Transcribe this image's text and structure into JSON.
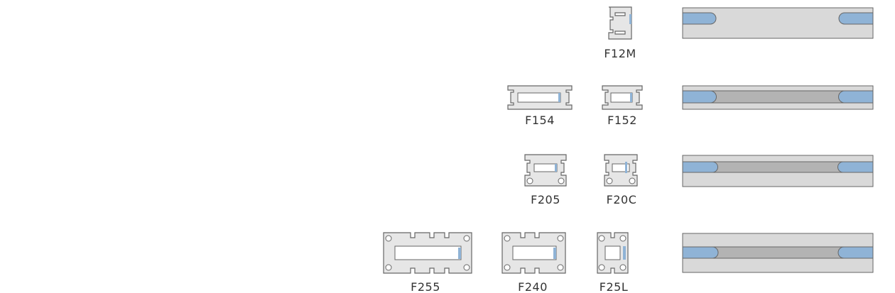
{
  "colors": {
    "profile_fill": "#e6e6e6",
    "profile_stroke": "#666666",
    "slot_accent": "#8fb3d6",
    "bar_light": "#d9d9d9",
    "bar_dark": "#b3b3b3",
    "bar_slot": "#8fb3d6",
    "label": "#333333"
  },
  "rows": [
    {
      "bar_style": "single",
      "profiles": [
        {
          "label": "F12M"
        }
      ]
    },
    {
      "bar_style": "double",
      "profiles": [
        {
          "label": "F154"
        },
        {
          "label": "F152"
        }
      ]
    },
    {
      "bar_style": "double",
      "profiles": [
        {
          "label": "F205"
        },
        {
          "label": "F20C"
        }
      ]
    },
    {
      "bar_style": "double",
      "profiles": [
        {
          "label": "F255"
        },
        {
          "label": "F240"
        },
        {
          "label": "F25L"
        }
      ]
    }
  ]
}
